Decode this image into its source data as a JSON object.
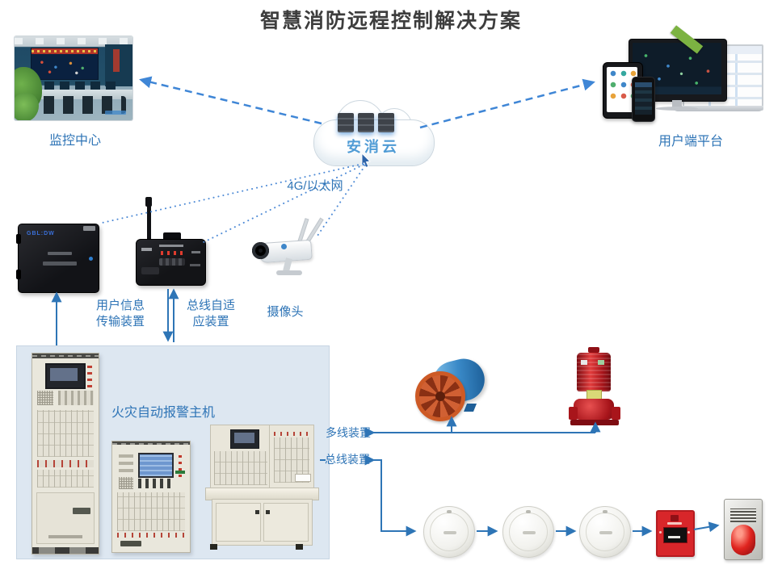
{
  "title": "智慧消防远程控制解决方案",
  "cloud": {
    "label": "安消云"
  },
  "network_label": "4G/以太网",
  "monitoring_center": {
    "label": "监控中心"
  },
  "user_platform": {
    "label": "用户端平台"
  },
  "transmission_device": {
    "label": "用户信息\n传输装置",
    "logo": "GBL:DW"
  },
  "bus_adapter": {
    "label": "总线自适\n应装置"
  },
  "camera": {
    "label": "摄像头"
  },
  "fire_alarm_host": {
    "label": "火灾自动报警主机"
  },
  "multi_line_device": {
    "label": "多线装置"
  },
  "bus_line_device": {
    "label": "总线装置"
  },
  "colors": {
    "label_blue": "#2e74b6",
    "solid_line_blue": "#2e75b6",
    "dashed_line_blue": "#3f86d6",
    "cloud_text_blue": "#4f9bd5",
    "panel_background": "#dde7f1",
    "alarm_red": "#d8262a",
    "fan_blue": "#2f7fc0",
    "pump_red": "#a8151b"
  }
}
